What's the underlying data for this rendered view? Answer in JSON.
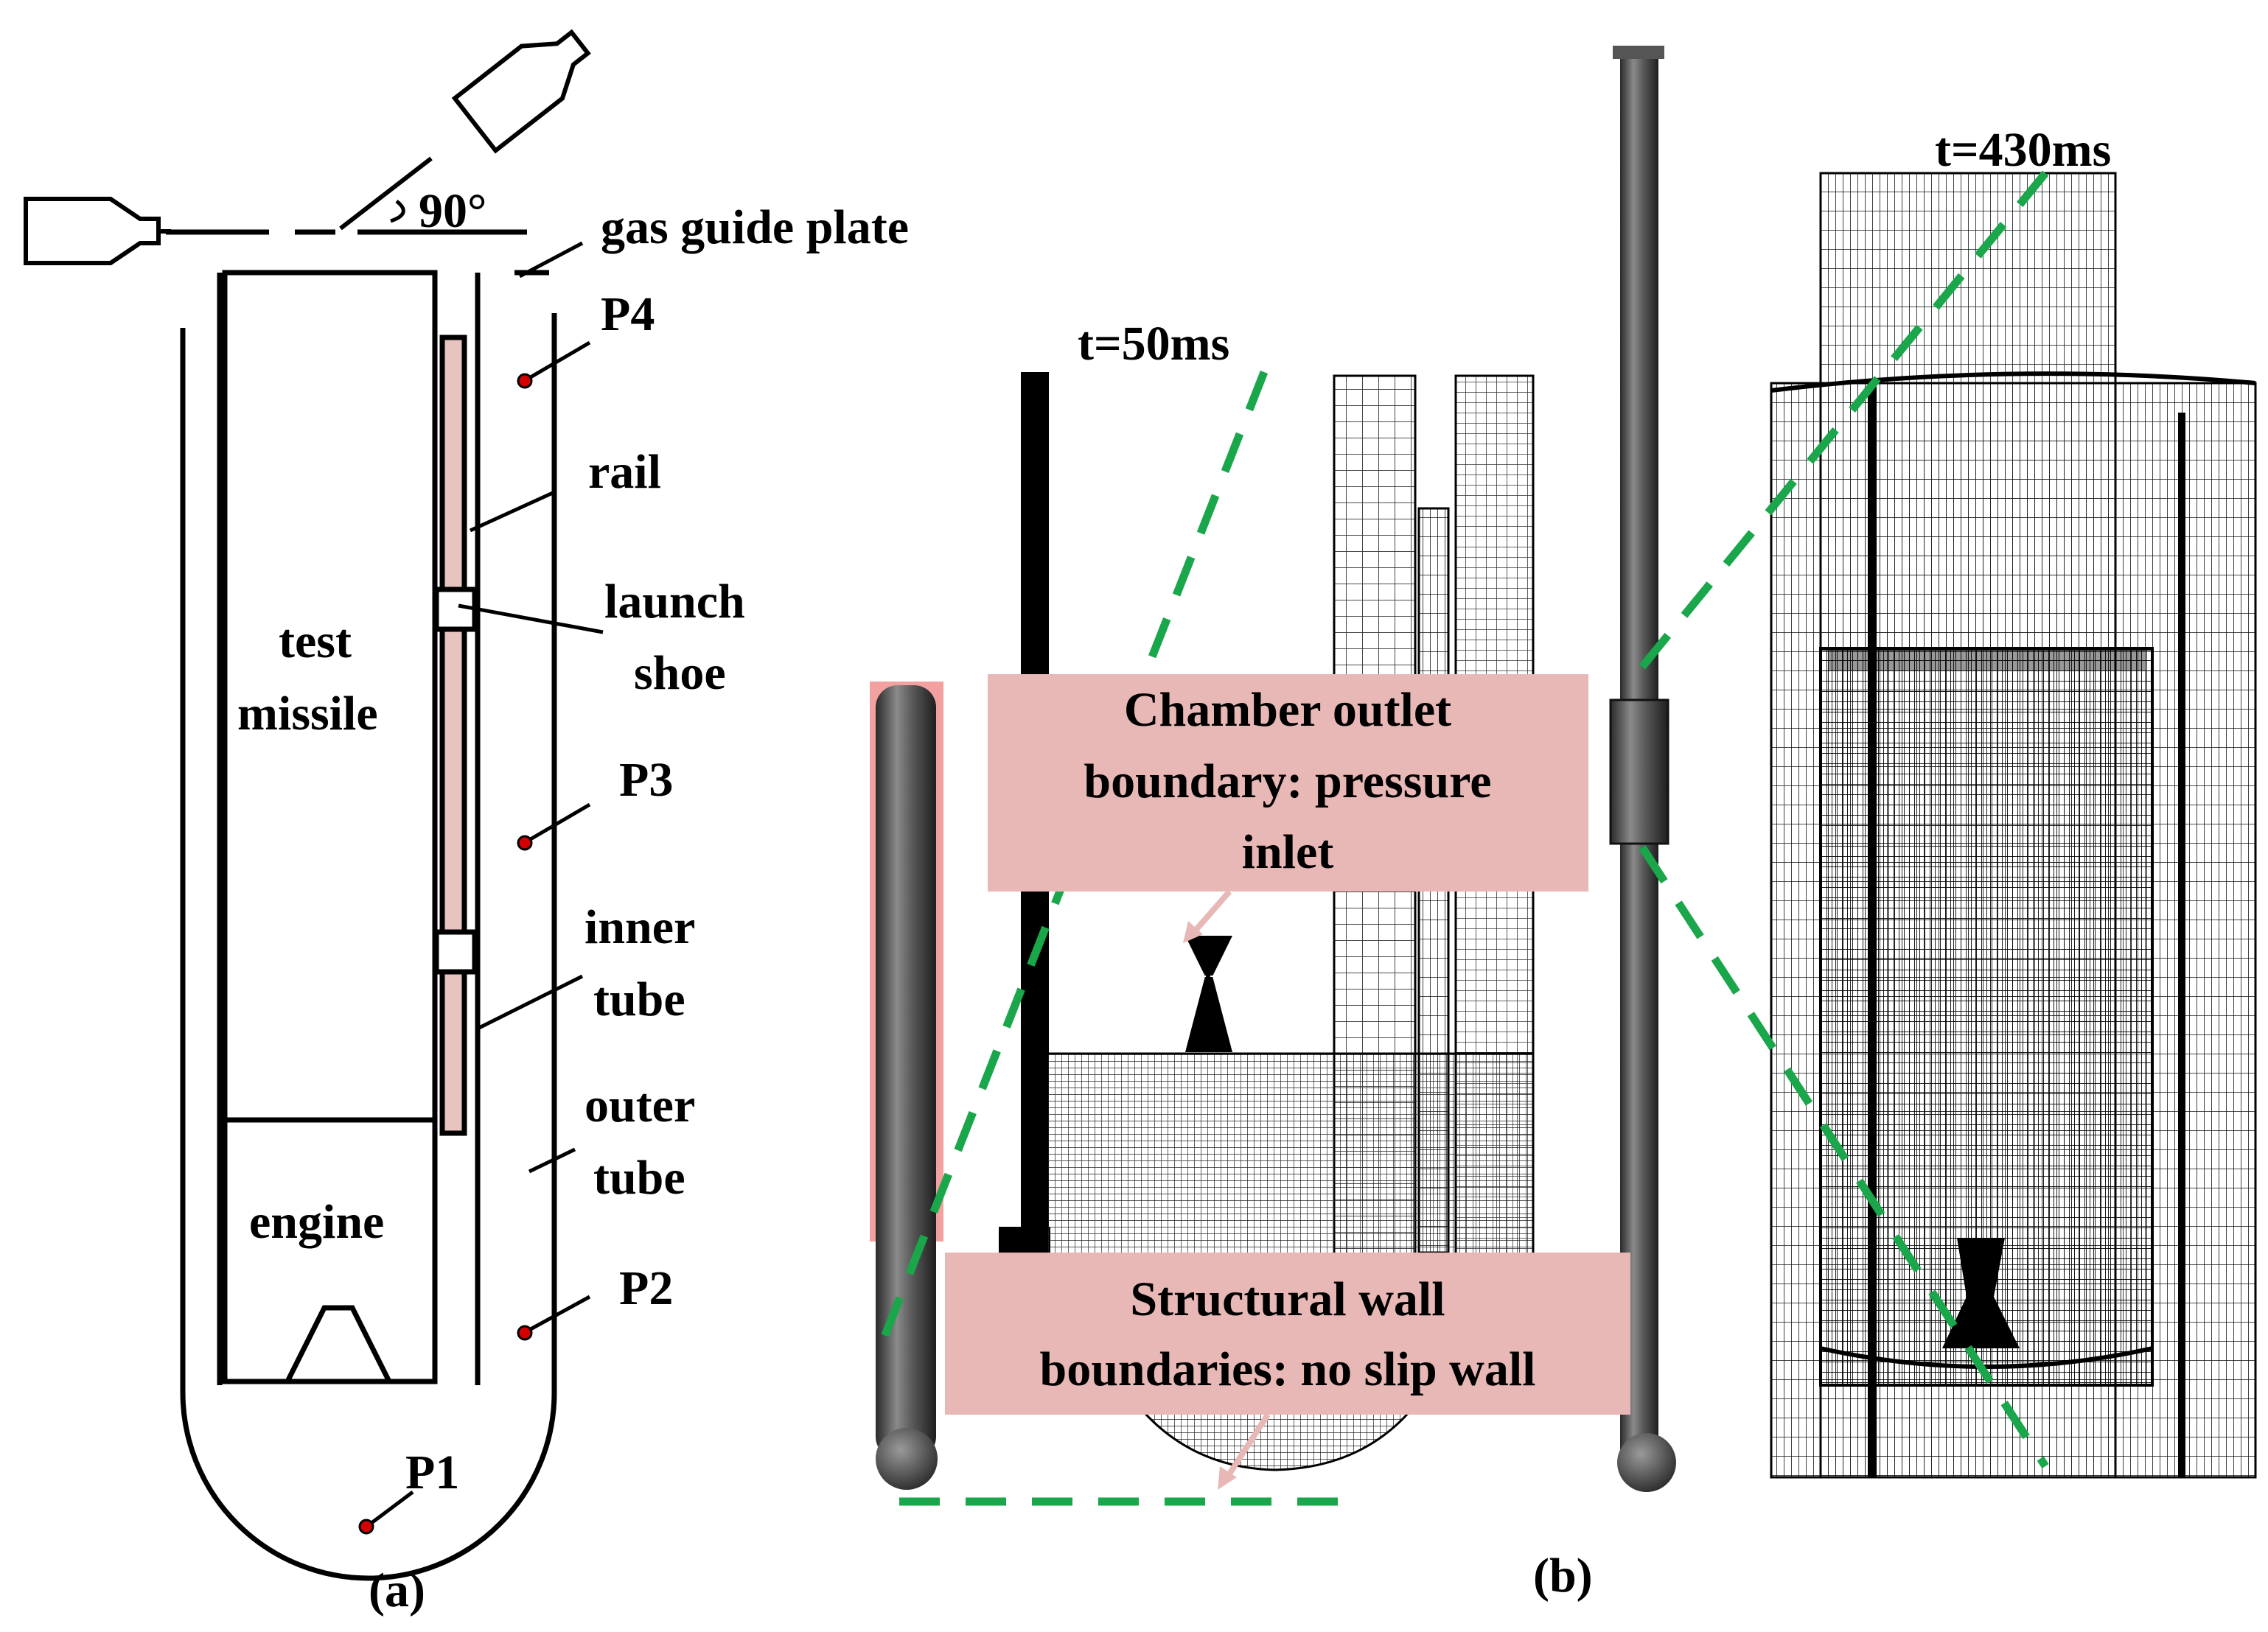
{
  "panel_a": {
    "caption": "(a)",
    "angle_label": "90°",
    "labels": {
      "gas_guide_plate": "gas guide plate",
      "p4": "P4",
      "rail": "rail",
      "launch": "launch",
      "shoe": "shoe",
      "test": "test",
      "missile": "missile",
      "p3": "P3",
      "inner": "inner",
      "tube_inner": "tube",
      "outer": "outer",
      "tube_outer": "tube",
      "engine": "engine",
      "p2": "P2",
      "p1": "P1"
    }
  },
  "panel_b": {
    "caption": "(b)",
    "time_left": "t=50ms",
    "time_right": "t=430ms",
    "box_top": {
      "line1": "Chamber outlet",
      "line2": "boundary: pressure",
      "line3": "inlet"
    },
    "box_bottom": {
      "line1": "Structural wall",
      "line2": "boundaries: no slip wall"
    }
  },
  "colors": {
    "line": "#000000",
    "sensor_dot": "#d40000",
    "rail_fill": "#e8c4c0",
    "box_fill": "#e8b8b6",
    "dash_green": "#1aa64a",
    "mesh_gray": "#555555"
  }
}
